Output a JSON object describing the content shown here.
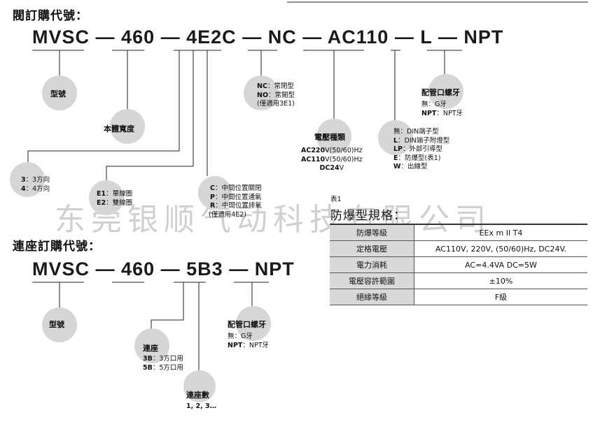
{
  "top": {
    "heading": "閥訂購代號：",
    "code": {
      "p1": "MVSC",
      "d1": "—",
      "p2": "460",
      "d2": "—",
      "p3": "4E2C",
      "d3": "—",
      "p4": "NC",
      "d4": "—",
      "p5": "AC110",
      "d5": "—",
      "p6": "L",
      "d6": "—",
      "p7": "NPT"
    },
    "model_label": "型號",
    "body_width_label": "本體寬度",
    "ports": {
      "l1_key": "3",
      "l1_val": "：3方向",
      "l2_key": "4",
      "l2_val": "：4方向"
    },
    "coils": {
      "l1_key": "E1",
      "l1_val": "：單線圈",
      "l2_key": "E2",
      "l2_val": "：雙線圈"
    },
    "center": {
      "l1_key": "C",
      "l1_val": "：中間位置關閉",
      "l2_key": "P",
      "l2_val": "：中間位置通氣",
      "l3_key": "R",
      "l3_val": "：中間位置排氣",
      "note": "(僅適用4E2)"
    },
    "normal": {
      "l1_key": "NC",
      "l1_val": "：常閉型",
      "l2_key": "NO",
      "l2_val": "：常開型",
      "note": "(僅適用3E1)"
    },
    "voltage": {
      "label": "電壓種類",
      "l1_key": "AC220",
      "l1_val": "V(50/60)Hz",
      "l2_key": "AC110",
      "l2_val": "V(50/60)Hz",
      "l3_key": "DC24",
      "l3_val": "V"
    },
    "connector": {
      "l1_val": "無：DIN端子型",
      "l2_key": "L",
      "l2_val": "：DIN端子附燈型",
      "l3_key": "LP",
      "l3_val": "：外部引導型",
      "l4_key": "E",
      "l4_val": "：防爆型(表1)",
      "l5_key": "W",
      "l5_val": "：出線型"
    },
    "thread": {
      "label": "配管口螺牙",
      "l1_val": "無：G牙",
      "l2_key": "NPT",
      "l2_val": "：NPT牙"
    }
  },
  "bottom": {
    "heading": "連座訂購代號：",
    "code": {
      "p1": "MVSC",
      "d1": "—",
      "p2": "460",
      "d2": "—",
      "p3": "5B3",
      "d3": "—",
      "p4": "NPT"
    },
    "model_label": "型號",
    "base": {
      "label": "連座",
      "l1_key": "3B",
      "l1_val": "：3方口用",
      "l2_key": "5B",
      "l2_val": "：5方口用"
    },
    "count": {
      "label": "連座數",
      "value": "1, 2, 3…"
    },
    "thread": {
      "label": "配管口螺牙",
      "l1_val": "無：G牙",
      "l2_key": "NPT",
      "l2_val": "：NPT牙"
    }
  },
  "spec_table": {
    "note": "表1",
    "title": "防爆型規格：",
    "rows": [
      {
        "label": "防爆等級",
        "value": "EEx m II T4"
      },
      {
        "label": "定格電壓",
        "value": "AC110V, 220V, (50/60)Hz, DC24V."
      },
      {
        "label": "電力消耗",
        "value": "AC=4.4VA  DC=5W"
      },
      {
        "label": "電壓容許範圍",
        "value": "±10%"
      },
      {
        "label": "絕緣等級",
        "value": "F級"
      }
    ]
  },
  "watermark": "东莞银顺气动科技有限公司"
}
